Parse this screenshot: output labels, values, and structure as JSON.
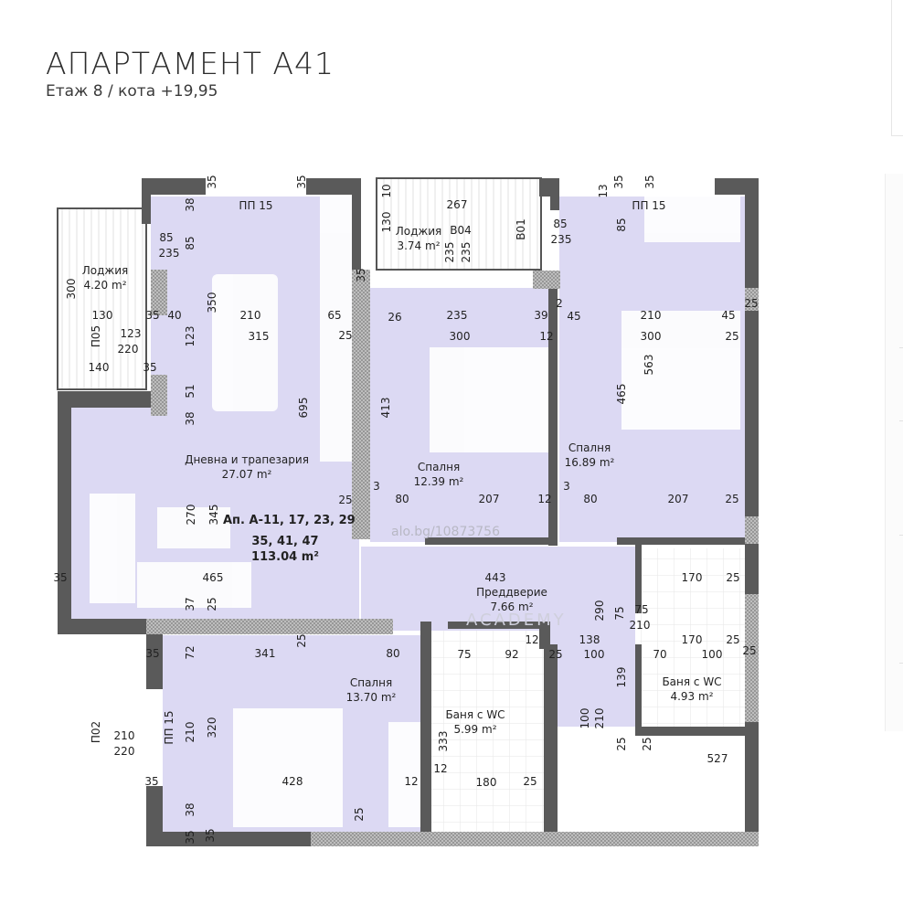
{
  "header": {
    "title": "АПАРТАМЕНТ А41",
    "subtitle": "Етаж 8 / кота +19,95"
  },
  "plan": {
    "colors": {
      "room_fill": "#dcd9f3",
      "wall": "#5a5a5a",
      "wall_hatch": "#9a9a9a"
    },
    "apartment_label": {
      "line1": "Ап. А-11, 17, 23, 29",
      "line2": "35, 41, 47",
      "area": "113.04 m²"
    },
    "rooms": [
      {
        "name": "Лоджия",
        "area": "4.20 m²"
      },
      {
        "name": "Дневна и трапезария",
        "area": "27.07 m²"
      },
      {
        "name": "Лоджия",
        "area": "3.74 m²"
      },
      {
        "name": "Спалня",
        "area": "12.39 m²"
      },
      {
        "name": "Спалня",
        "area": "16.89 m²"
      },
      {
        "name": "Преддверие",
        "area": "7.66 m²"
      },
      {
        "name": "Баня с WC",
        "area": "4.93 m²"
      },
      {
        "name": "Спалня",
        "area": "13.70 m²"
      },
      {
        "name": "Баня с WC",
        "area": "5.99 m²"
      }
    ],
    "dimensions": [
      "35",
      "35",
      "ПП 15",
      "38",
      "85",
      "235",
      "85",
      "300",
      "130",
      "35",
      "40",
      "350",
      "210",
      "65",
      "315",
      "25",
      "123",
      "220",
      "140",
      "35",
      "123",
      "51",
      "38",
      "695",
      "25",
      "10",
      "267",
      "130",
      "B04",
      "235",
      "235",
      "B01",
      "85",
      "235",
      "35",
      "26",
      "235",
      "39",
      "300",
      "12",
      "413",
      "3",
      "80",
      "207",
      "12",
      "13",
      "35",
      "35",
      "ПП 15",
      "85",
      "2",
      "45",
      "210",
      "45",
      "300",
      "25",
      "25",
      "563",
      "465",
      "3",
      "80",
      "207",
      "25",
      "270",
      "345",
      "35",
      "465",
      "37",
      "25",
      "443",
      "290",
      "75",
      "138",
      "100",
      "139",
      "100",
      "210",
      "25",
      "25",
      "527",
      "170",
      "25",
      "75",
      "210",
      "170",
      "25",
      "70",
      "100",
      "25",
      "75",
      "92",
      "25",
      "12",
      "333",
      "12",
      "180",
      "25",
      "35",
      "72",
      "341",
      "25",
      "80",
      "210",
      "220",
      "П02",
      "ПП 15",
      "210",
      "320",
      "35",
      "428",
      "12",
      "38",
      "25",
      "35",
      "35",
      "П05"
    ],
    "watermark": {
      "url": "alo.bg/10873756",
      "brand": "ACADEMY"
    }
  }
}
